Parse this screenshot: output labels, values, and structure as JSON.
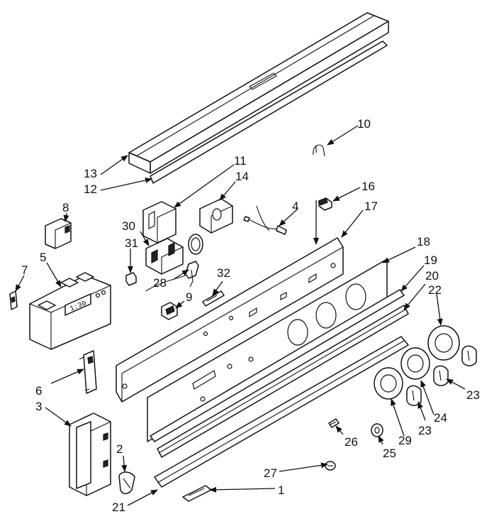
{
  "callouts": {
    "c1": "1",
    "c2": "2",
    "c3": "3",
    "c4": "4",
    "c5": "5",
    "c6": "6",
    "c7": "7",
    "c8": "8",
    "c9": "9",
    "c10": "10",
    "c11": "11",
    "c12": "12",
    "c13": "13",
    "c14": "14",
    "c16": "16",
    "c17": "17",
    "c18": "18",
    "c19": "19",
    "c20": "20",
    "c21": "21",
    "c22": "22",
    "c23a": "23",
    "c23b": "23",
    "c24": "24",
    "c25": "25",
    "c26": "26",
    "c27": "27",
    "c28": "28",
    "c29": "29",
    "c30": "30",
    "c31": "31",
    "c32": "32"
  },
  "clock_display": "1:30"
}
